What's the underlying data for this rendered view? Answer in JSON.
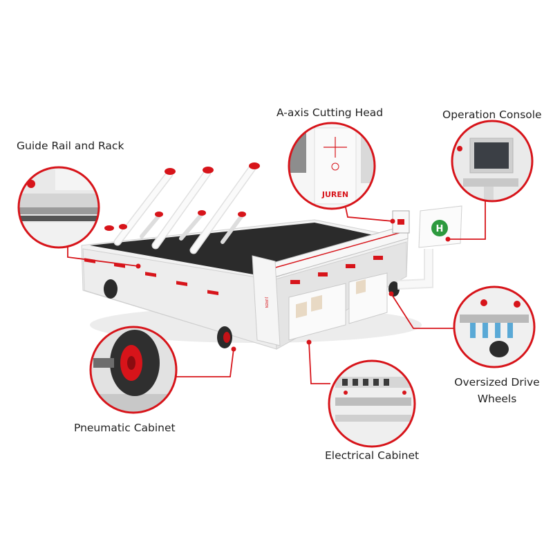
{
  "colors": {
    "accent": "#d7141a",
    "label_text": "#222222",
    "machine_body": "#f2f2f2",
    "machine_shadow": "#cfcfcf",
    "table_surface": "#2b2b2b",
    "logo_green": "#2d9a3e"
  },
  "machine": {
    "brand_text": "JUREN",
    "console_logo_letter": "H"
  },
  "callouts": [
    {
      "id": "guide-rail",
      "label": "Guide Rail and Rack"
    },
    {
      "id": "cutting-head",
      "label": "A-axis Cutting Head"
    },
    {
      "id": "console",
      "label": "Operation Console"
    },
    {
      "id": "drive-wheels",
      "label_lines": [
        "Oversized Drive",
        "Wheels"
      ]
    },
    {
      "id": "pneumatic",
      "label": "Pneumatic Cabinet"
    },
    {
      "id": "electrical",
      "label": "Electrical Cabinet"
    }
  ]
}
